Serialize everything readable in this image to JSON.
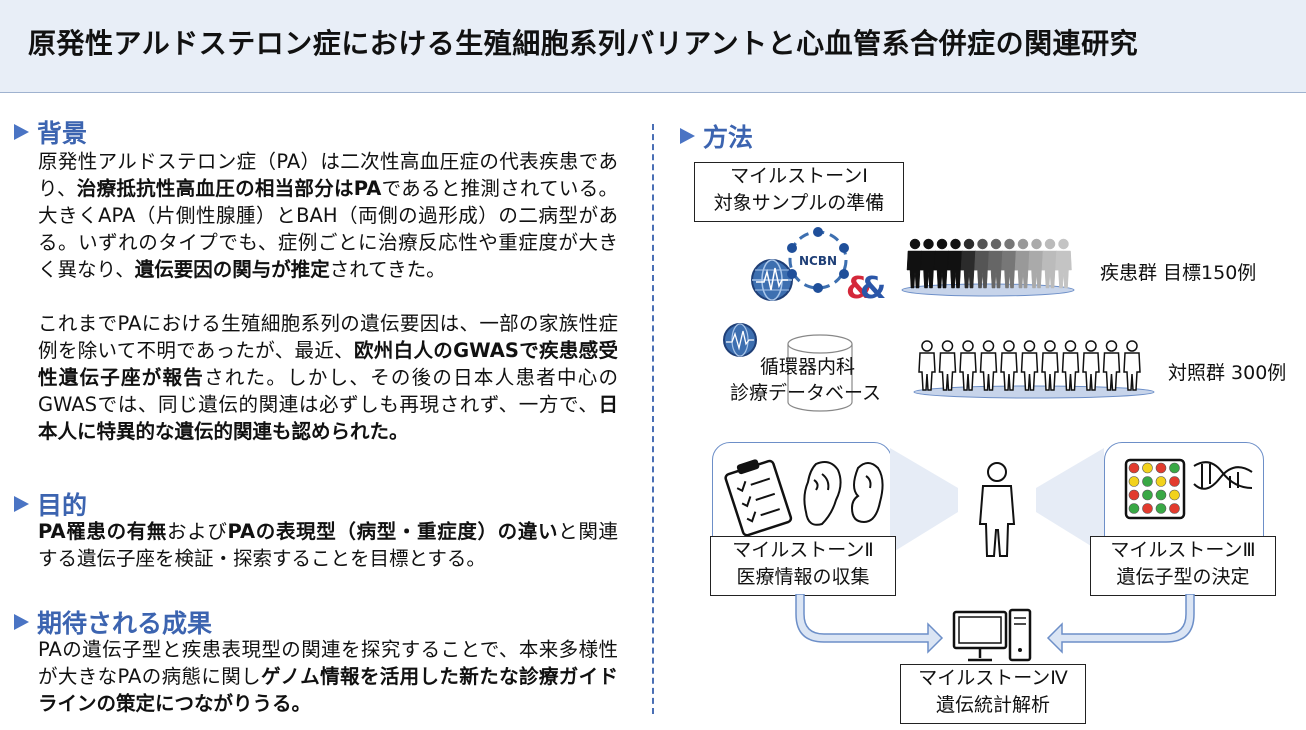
{
  "title": "原発性アルドステロン症における生殖細胞系列バリアントと心血管系合併症の関連研究",
  "sections": {
    "background": {
      "heading": "背景",
      "p1": [
        {
          "t": "原発性アルドステロン症（PA）は二次性高血圧症の代表疾患であり、",
          "b": false
        },
        {
          "t": "治療抵抗性高血圧の相当部分はPA",
          "b": true
        },
        {
          "t": "であると推測されている。大きくAPA（片側性腺腫）とBAH（両側の過形成）の二病型がある。いずれのタイプでも、症例ごとに治療反応性や重症度が大きく異なり、",
          "b": false
        },
        {
          "t": "遺伝要因の関与が推定",
          "b": true
        },
        {
          "t": "されてきた。",
          "b": false
        }
      ],
      "p2": [
        {
          "t": "これまでPAにおける生殖細胞系列の遺伝要因は、一部の家族性症例を除いて不明であったが、最近、",
          "b": false
        },
        {
          "t": "欧州白人のGWASで疾患感受性遺伝子座が報告",
          "b": true
        },
        {
          "t": "された。しかし、その後の日本人患者中心のGWASでは、同じ遺伝的関連は必ずしも再現されず、一方で、",
          "b": false
        },
        {
          "t": "日本人に特異的な遺伝的関連も認められた。",
          "b": true
        }
      ]
    },
    "purpose": {
      "heading": "目的",
      "p": [
        {
          "t": "PA罹患の有無",
          "b": true
        },
        {
          "t": "および",
          "b": false
        },
        {
          "t": "PAの表現型（病型・重症度）の違い",
          "b": true
        },
        {
          "t": "と関連する遺伝子座を検証・探索することを目標とする。",
          "b": false
        }
      ]
    },
    "outcome": {
      "heading": "期待される成果",
      "p": [
        {
          "t": "PAの遺伝子型と疾患表現型の関連を探究することで、本来多様性が大きなPAの病態に関し",
          "b": false
        },
        {
          "t": "ゲノム情報を活用した新たな診療ガイドラインの策定につながりうる。",
          "b": true
        }
      ]
    },
    "method": {
      "heading": "方法",
      "m1": {
        "line1": "マイルストーンⅠ",
        "line2": "対象サンプルの準備"
      },
      "m2": {
        "line1": "マイルストーンⅡ",
        "line2": "医療情報の収集"
      },
      "m3": {
        "line1": "マイルストーンⅢ",
        "line2": "遺伝子型の決定"
      },
      "m4": {
        "line1": "マイルストーンⅣ",
        "line2": "遺伝統計解析"
      },
      "ncbn_label": "NCBN",
      "case_group": "疾患群 目標150例",
      "control_group": "対照群 300例",
      "db_line1": "循環器内科",
      "db_line2": "診療データベース"
    }
  },
  "colors": {
    "accent": "#3c64b0",
    "header_bg": "#e8eef7",
    "gray_person": "#b0b0b0"
  }
}
